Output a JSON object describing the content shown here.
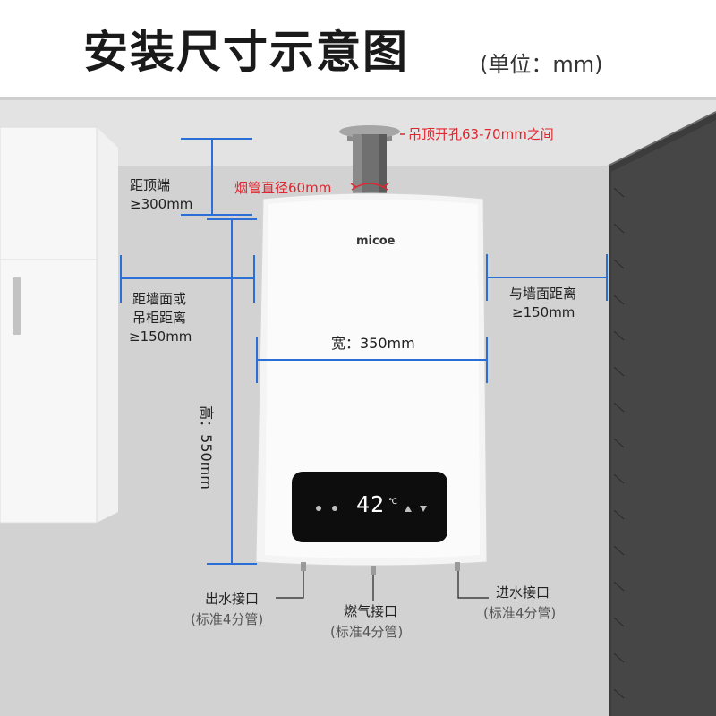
{
  "title": {
    "main": "安装尺寸示意图",
    "unit": "(单位：mm)"
  },
  "heater": {
    "brand": "micoe",
    "display_temp": "42",
    "display_unit": "℃"
  },
  "labels": {
    "ceiling_hole": "吊顶开孔63-70mm之间",
    "flue_diameter": "烟管直径60mm",
    "top_distance_line1": "距顶端",
    "top_distance_line2": "≥300mm",
    "left_distance_line1": "距墙面或",
    "left_distance_line2": "吊柜距离",
    "left_distance_line3": "≥150mm",
    "right_distance_line1": "与墙面距离",
    "right_distance_line2": "≥150mm",
    "width": "宽：350mm",
    "height": "高：550mm",
    "water_outlet": "出水接口",
    "water_outlet_spec": "(标准4分管)",
    "gas_inlet": "燃气接口",
    "gas_inlet_spec": "(标准4分管)",
    "water_inlet": "进水接口",
    "water_inlet_spec": "(标准4分管)"
  },
  "colors": {
    "dimension_line": "#2b6fd6",
    "callout_text": "#e0262e",
    "wall": "#d3d3d3",
    "ceiling": "#e2e2e2",
    "side_wall": "#3a3a3a",
    "display_panel": "#0d0d0d"
  }
}
